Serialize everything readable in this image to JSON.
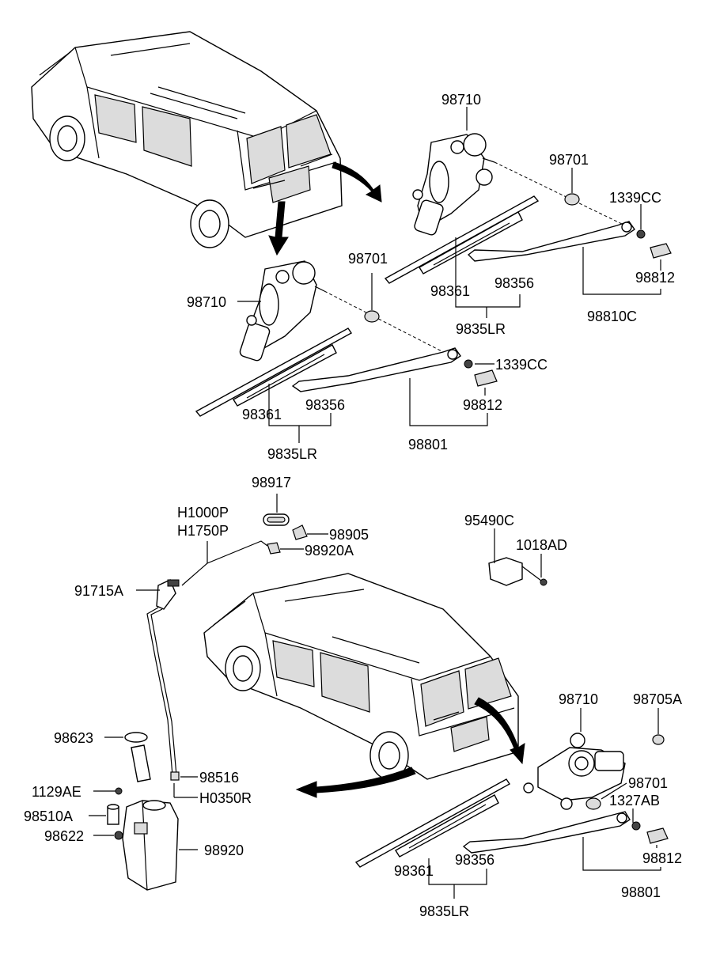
{
  "labels": {
    "a_motor": "98710",
    "a_cap": "98701",
    "a_nut": "1339CC",
    "a_cover": "98812",
    "a_blade_rubber": "98361",
    "a_blade_refill": "98356",
    "a_blade_assy": "9835LR",
    "a_arm_assy": "98810C",
    "b_motor": "98710",
    "b_cap": "98701",
    "b_nut": "1339CC",
    "b_cover": "98812",
    "b_blade_rubber": "98361",
    "b_blade_refill": "98356",
    "b_blade_assy": "9835LR",
    "b_arm_assy": "98801",
    "w_nozzle_cover": "98917",
    "w_hose1": "H1000P",
    "w_hose2": "H1750P",
    "w_nozzle": "98905",
    "w_nozzle_assy": "98920A",
    "w_connector": "91715A",
    "w_relay": "95490C",
    "w_bolt": "1018AD",
    "w_seal": "98623",
    "w_joint": "98516",
    "w_hose3": "H0350R",
    "w_screw": "1129AE",
    "w_pump": "98510A",
    "w_grommet": "98622",
    "w_reservoir": "98920",
    "c_motor": "98710",
    "c_cap2": "98705A",
    "c_cap": "98701",
    "c_nut": "1327AB",
    "c_cover": "98812",
    "c_blade_rubber": "98361",
    "c_blade_refill": "98356",
    "c_blade_assy": "9835LR",
    "c_arm_assy": "98801"
  },
  "icons": [
    "van-illustration",
    "wiper-motor-icon",
    "wiper-blade-icon",
    "wiper-arm-icon",
    "washer-reservoir-icon",
    "relay-icon",
    "direction-arrow-icon"
  ]
}
